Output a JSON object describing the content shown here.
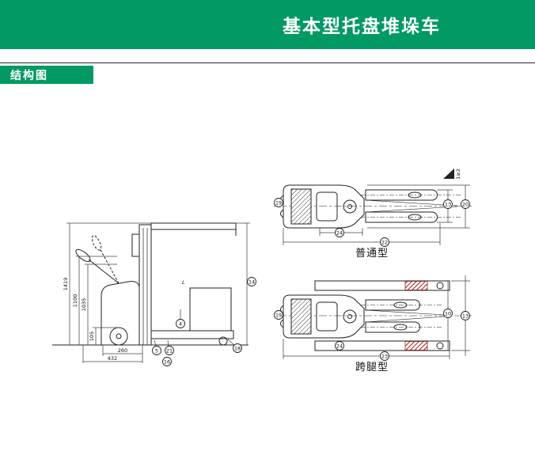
{
  "header": {
    "title": "基本型托盘堆垛车"
  },
  "section": {
    "label": "结构图"
  },
  "colors": {
    "brand_green": "#009A62",
    "drawing_line": "#222222",
    "highlight_red": "#A02020"
  },
  "side_view": {
    "vertical_dims": [
      "1419",
      "1100",
      "1035",
      "105"
    ],
    "bottom_dims": [
      "260",
      "432"
    ],
    "length_label": "L",
    "callouts": [
      "4",
      "5",
      "21",
      "16",
      "18",
      "14"
    ]
  },
  "top_view_standard": {
    "label": "普通型",
    "slope_note": "1≥2",
    "callouts": [
      "19",
      "13",
      "20",
      "24",
      "22"
    ]
  },
  "top_view_straddle": {
    "label": "跨腿型",
    "callouts": [
      "19",
      "10",
      "13",
      "24",
      "23"
    ]
  }
}
